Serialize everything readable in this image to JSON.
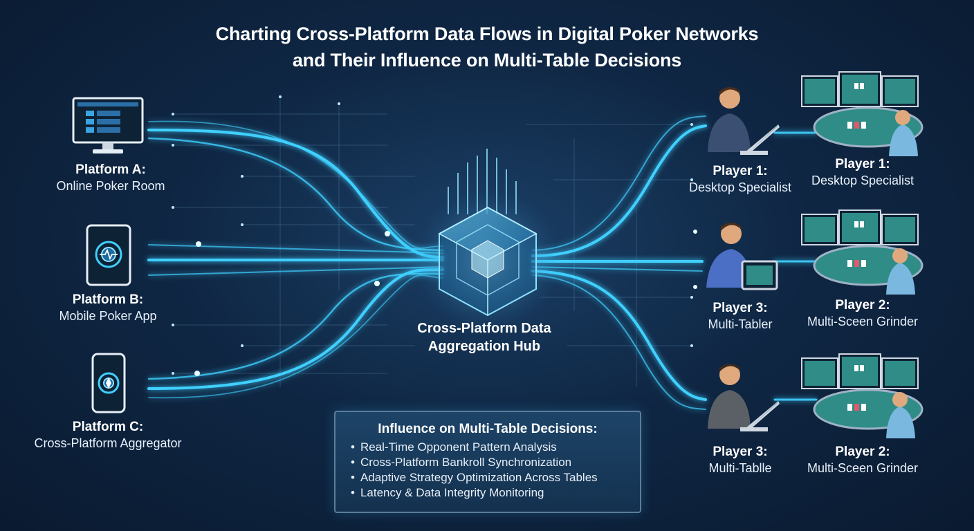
{
  "title": {
    "line1": "Charting Cross-Platform Data Flows in Digital Poker Networks",
    "line2": "and Their Influence on Multi-Table Decisions"
  },
  "platforms": [
    {
      "name": "Platform A:",
      "desc": "Online Poker Room",
      "icon": "desktop-monitor-icon"
    },
    {
      "name": "Platform B:",
      "desc": "Mobile Poker App",
      "icon": "tablet-icon"
    },
    {
      "name": "Platform C:",
      "desc": "Cross-Platform Aggregator",
      "icon": "smartphone-icon"
    }
  ],
  "hub": {
    "line1": "Cross-Platform Data",
    "line2": "Aggregation Hub",
    "icon": "data-cube-icon"
  },
  "players": [
    {
      "name": "Player 1:",
      "desc": "Desktop Specialist",
      "icon": "player-laptop-icon"
    },
    {
      "name": "Player 1:",
      "desc": "Desktop Specialist",
      "icon": "multi-monitor-table-icon"
    },
    {
      "name": "Player 3:",
      "desc": "Multi-Tabler",
      "icon": "player-tablet-icon"
    },
    {
      "name": "Player 2:",
      "desc": "Multi-Sceen Grinder",
      "icon": "multi-monitor-table-icon"
    },
    {
      "name": "Player 3:",
      "desc": "Multi-Tablle",
      "icon": "player-laptop-icon"
    },
    {
      "name": "Player 2:",
      "desc": "Multi-Sceen Grinder",
      "icon": "multi-monitor-table-icon"
    }
  ],
  "panel": {
    "title": "Influence on Multi-Table Decisions:",
    "items": [
      "Real-Time Opponent Pattern Analysis",
      "Cross-Platform Bankroll Synchronization",
      "Adaptive Strategy Optimization Across Tables",
      "Latency & Data Integrity Monitoring"
    ]
  },
  "colors": {
    "background": "#0f2744",
    "flow": "#3fd0ff",
    "flow_glow": "#1aa6e6",
    "table_felt": "#2f8c86"
  }
}
